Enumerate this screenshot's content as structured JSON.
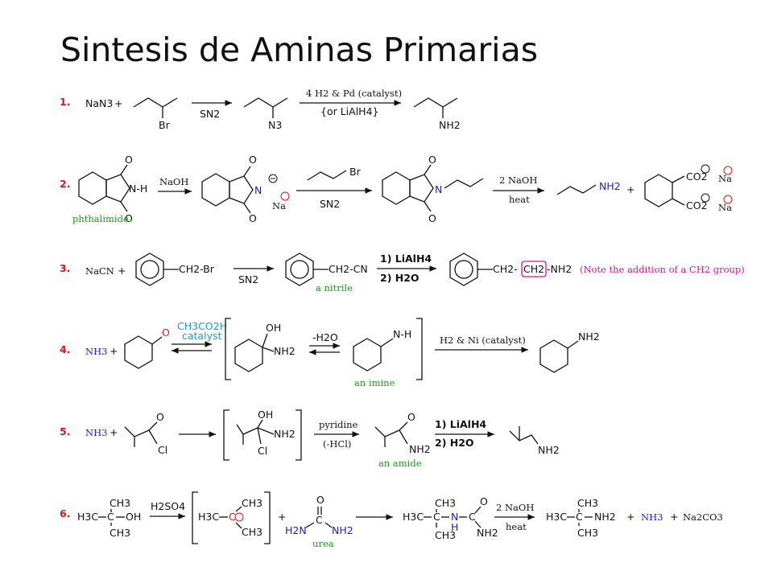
{
  "title": "Sintesis de Aminas Primarias",
  "reactions": [
    {
      "number": "1.",
      "reagent": "NaN3",
      "arrow1": "SN2",
      "arrow2_above": "4 H2 & Pd (catalyst)",
      "arrow2_below": "{or LiAlH4}",
      "atoms": [
        "Br",
        "N3",
        "NH2"
      ]
    },
    {
      "number": "2.",
      "arrow1": "NaOH",
      "arrow2_above": "Br",
      "arrow2_below": "SN2",
      "arrow3_above": "2 NaOH",
      "arrow3_below": "heat",
      "labels": [
        "phthalimide"
      ],
      "atoms": [
        "N-H",
        "N",
        "Na",
        "NH2",
        "CO2",
        "Na",
        "CO2",
        "Na"
      ]
    },
    {
      "number": "3.",
      "reagent": "NaCN",
      "arrow1": "SN2",
      "arrow2_above": "1) LiAlH4",
      "arrow2_below": "2) H2O",
      "labels": [
        "a nitrile"
      ],
      "note": "(Note the addition of a CH2 group)",
      "atoms": [
        "CH2-Br",
        "CH2-CN",
        "CH2-",
        "CH2",
        "-NH2"
      ]
    },
    {
      "number": "4.",
      "reagent": "NH3",
      "arrow1_above": "CH3CO2H",
      "arrow1_below": "catalyst",
      "arrow2": "-H2O",
      "arrow3": "H2 & Ni (catalyst)",
      "labels": [
        "an imine"
      ],
      "atoms": [
        "O",
        "OH",
        "NH2",
        "N-H",
        "NH2"
      ]
    },
    {
      "number": "5.",
      "reagent": "NH3",
      "arrow2_above": "pyridine",
      "arrow2_below": "(-HCl)",
      "arrow3_above": "1) LiAlH4",
      "arrow3_below": "2) H2O",
      "labels": [
        "an amide"
      ],
      "atoms": [
        "O",
        "Cl",
        "OH",
        "NH2",
        "Cl",
        "O",
        "NH2",
        "NH2"
      ]
    },
    {
      "number": "6.",
      "arrow1": "H2SO4",
      "arrow2_above": "2 NaOH",
      "arrow2_below": "heat",
      "labels": [
        "urea"
      ],
      "products": [
        "NH3",
        "Na2CO3"
      ],
      "atoms": [
        "CH3",
        "H3C",
        "C",
        "OH",
        "CH3",
        "O",
        "H2N",
        "NH2",
        "N",
        "H",
        "C",
        "O",
        "NH2"
      ]
    }
  ]
}
